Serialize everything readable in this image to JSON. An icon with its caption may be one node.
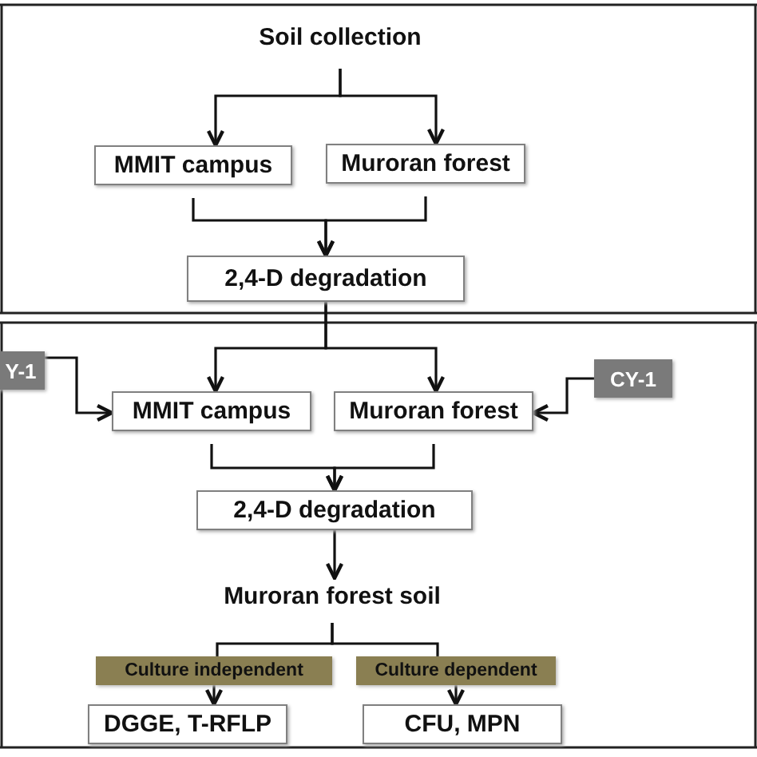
{
  "diagram": {
    "nodes": [
      {
        "text": [
          "Soil collection"
        ]
      },
      {
        "text": [
          "MMIT campus"
        ]
      },
      {
        "text": [
          "Muroran forest"
        ]
      },
      {
        "text": [
          "2,4-D degradation"
        ]
      },
      {
        "text": [
          "MMIT campus"
        ]
      },
      {
        "text": [
          "Muroran forest"
        ]
      },
      {
        "text": [
          "Y-1"
        ]
      },
      {
        "text": [
          "CY-1"
        ]
      },
      {
        "text": [
          "2,4-D degradation"
        ]
      },
      {
        "text": [
          "Muroran forest soil"
        ]
      },
      {
        "text": [
          "Culture independent"
        ]
      },
      {
        "text": [
          "Culture dependent"
        ]
      },
      {
        "text": [
          "DGGE, T-RFLP"
        ]
      },
      {
        "text": [
          "CFU, MPN"
        ]
      }
    ],
    "edges": [
      {
        "from": 0,
        "to": 1,
        "arrow": "to"
      },
      {
        "from": 0,
        "to": 2,
        "arrow": "to"
      },
      {
        "from": 1,
        "to": 3,
        "arrow": "to"
      },
      {
        "from": 2,
        "to": 3,
        "arrow": "to"
      },
      {
        "from": 3,
        "to": 4,
        "arrow": "to"
      },
      {
        "from": 3,
        "to": 5,
        "arrow": "to"
      },
      {
        "from": 6,
        "to": 4,
        "arrow": "to"
      },
      {
        "from": 7,
        "to": 5,
        "arrow": "to"
      },
      {
        "from": 4,
        "to": 8,
        "arrow": "to"
      },
      {
        "from": 5,
        "to": 8,
        "arrow": "to"
      },
      {
        "from": 8,
        "to": 9,
        "arrow": "to"
      },
      {
        "from": 9,
        "to": 10,
        "arrow": "none"
      },
      {
        "from": 9,
        "to": 11,
        "arrow": "none"
      },
      {
        "from": 10,
        "to": 12,
        "arrow": "to"
      },
      {
        "from": 11,
        "to": 13,
        "arrow": "to"
      }
    ]
  }
}
